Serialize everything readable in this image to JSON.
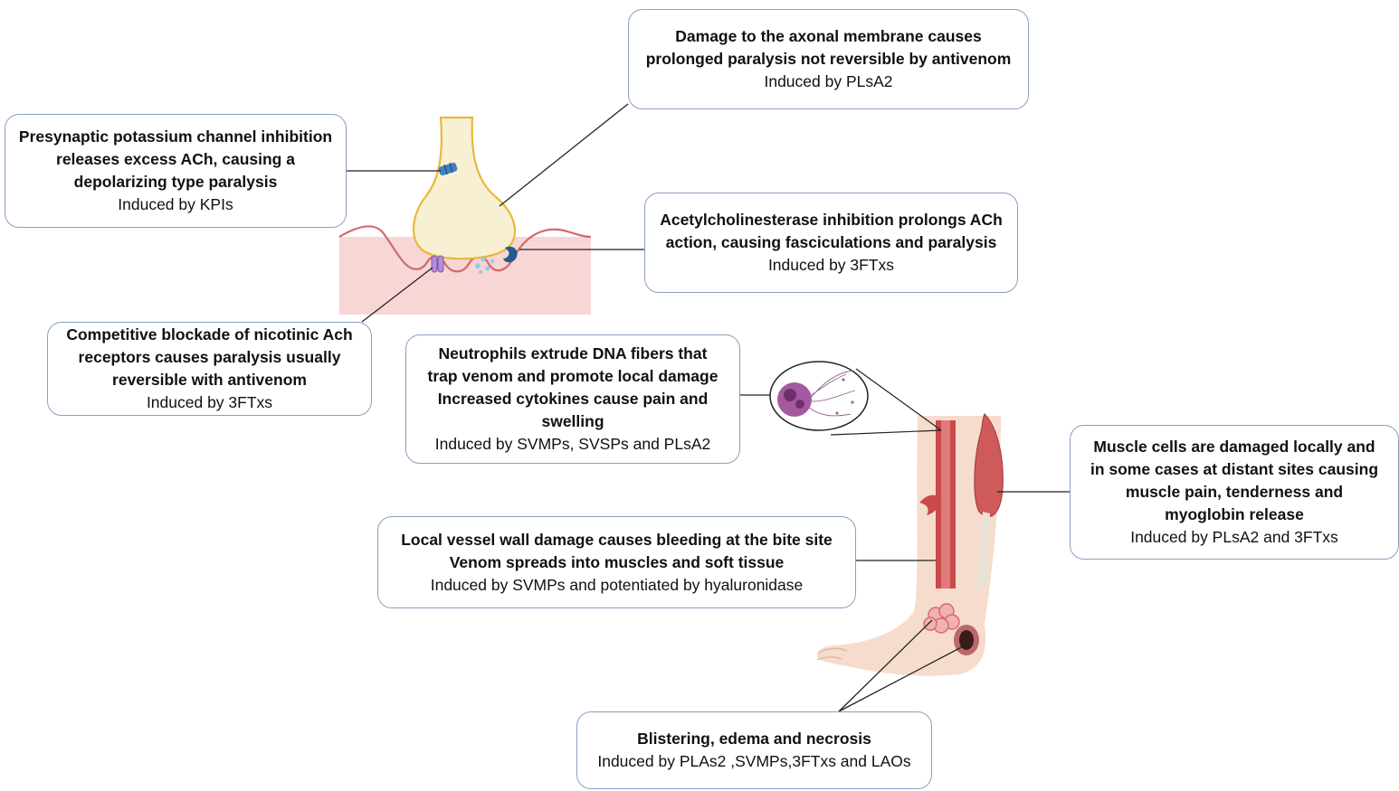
{
  "boxes": {
    "axonal": {
      "lines": [
        "Damage to the axonal membrane causes",
        "prolonged paralysis not reversible by antivenom"
      ],
      "induced": "Induced by PLsA2"
    },
    "potassium": {
      "lines": [
        "Presynaptic potassium channel inhibition",
        "releases excess ACh, causing a",
        "depolarizing type paralysis"
      ],
      "induced": "Induced by KPIs"
    },
    "acetylcholinesterase": {
      "lines": [
        "Acetylcholinesterase inhibition prolongs ACh",
        "action, causing  fasciculations and paralysis"
      ],
      "induced": "Induced by 3FTxs"
    },
    "nicotinic": {
      "lines": [
        "Competitive blockade of nicotinic Ach",
        "receptors causes paralysis usually",
        "reversible with antivenom"
      ],
      "induced": "Induced by 3FTxs"
    },
    "neutrophils": {
      "lines": [
        "Neutrophils extrude DNA fibers that",
        "trap venom and promote local damage",
        "Increased cytokines cause pain and",
        "swelling"
      ],
      "induced": "Induced by SVMPs, SVSPs and PLsA2"
    },
    "muscle": {
      "lines": [
        "Muscle cells are damaged locally and",
        "in some cases at distant sites causing",
        "muscle pain, tenderness and",
        "myoglobin release"
      ],
      "induced": "Induced by PLsA2 and 3FTxs"
    },
    "vessel": {
      "lines": [
        "Local  vessel wall damage causes bleeding at the bite site",
        "Venom spreads into muscles and soft tissue"
      ],
      "induced": "Induced by SVMPs and potentiated by hyaluronidase"
    },
    "blistering": {
      "lines": [
        "Blistering, edema and necrosis"
      ],
      "induced": "Induced by PLAs2 ,SVMPs,3FTxs and LAOs"
    }
  }
}
